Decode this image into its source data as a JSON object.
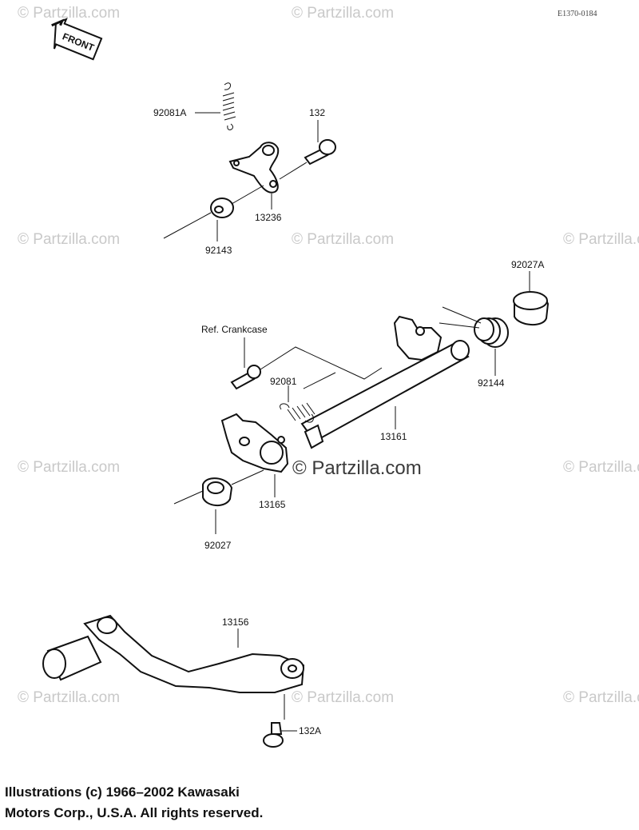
{
  "diagram_code": "E1370-0184",
  "front_tag": "FRONT",
  "parts": [
    {
      "id": "p92081A",
      "label": "92081A"
    },
    {
      "id": "p132",
      "label": "132"
    },
    {
      "id": "p13236",
      "label": "13236"
    },
    {
      "id": "p92143",
      "label": "92143"
    },
    {
      "id": "p92027A",
      "label": "92027A"
    },
    {
      "id": "pRef",
      "label": "Ref. Crankcase"
    },
    {
      "id": "p92081",
      "label": "92081"
    },
    {
      "id": "p92144",
      "label": "92144"
    },
    {
      "id": "p13161",
      "label": "13161"
    },
    {
      "id": "p13165",
      "label": "13165"
    },
    {
      "id": "p92027",
      "label": "92027"
    },
    {
      "id": "p13156",
      "label": "13156"
    },
    {
      "id": "p132A",
      "label": "132A"
    }
  ],
  "watermark": "© Partzilla.com",
  "copyright": {
    "line1": "Illustrations (c) 1966–2002 Kawasaki",
    "line2": "Motors Corp., U.S.A.  All rights reserved."
  }
}
